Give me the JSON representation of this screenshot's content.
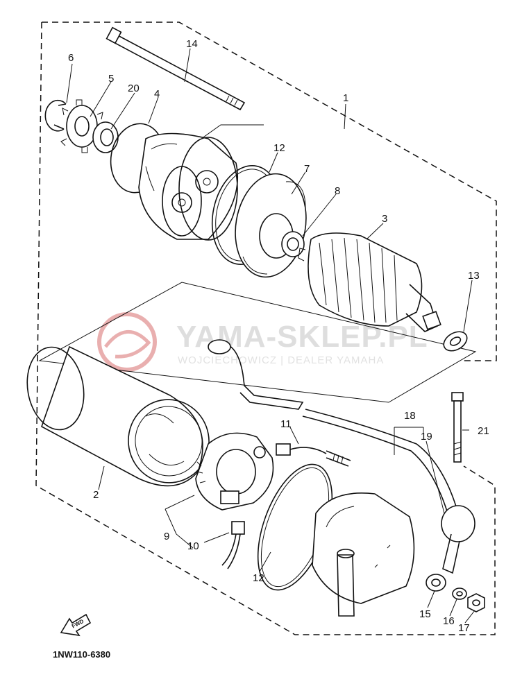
{
  "diagram": {
    "part_numbers": [
      "1",
      "2",
      "3",
      "4",
      "5",
      "6",
      "7",
      "8",
      "9",
      "10",
      "11",
      "12",
      "12",
      "13",
      "14",
      "15",
      "16",
      "17",
      "18",
      "19",
      "20",
      "21"
    ],
    "drawing_code": "1NW110-6380",
    "fwd_label": "FWD",
    "watermark": {
      "title": "YAMA-SKLEP.PL",
      "subtitle": "WOJCIECHOWICZ | DEALER YAMAHA",
      "color": "#e4a0a0"
    }
  }
}
